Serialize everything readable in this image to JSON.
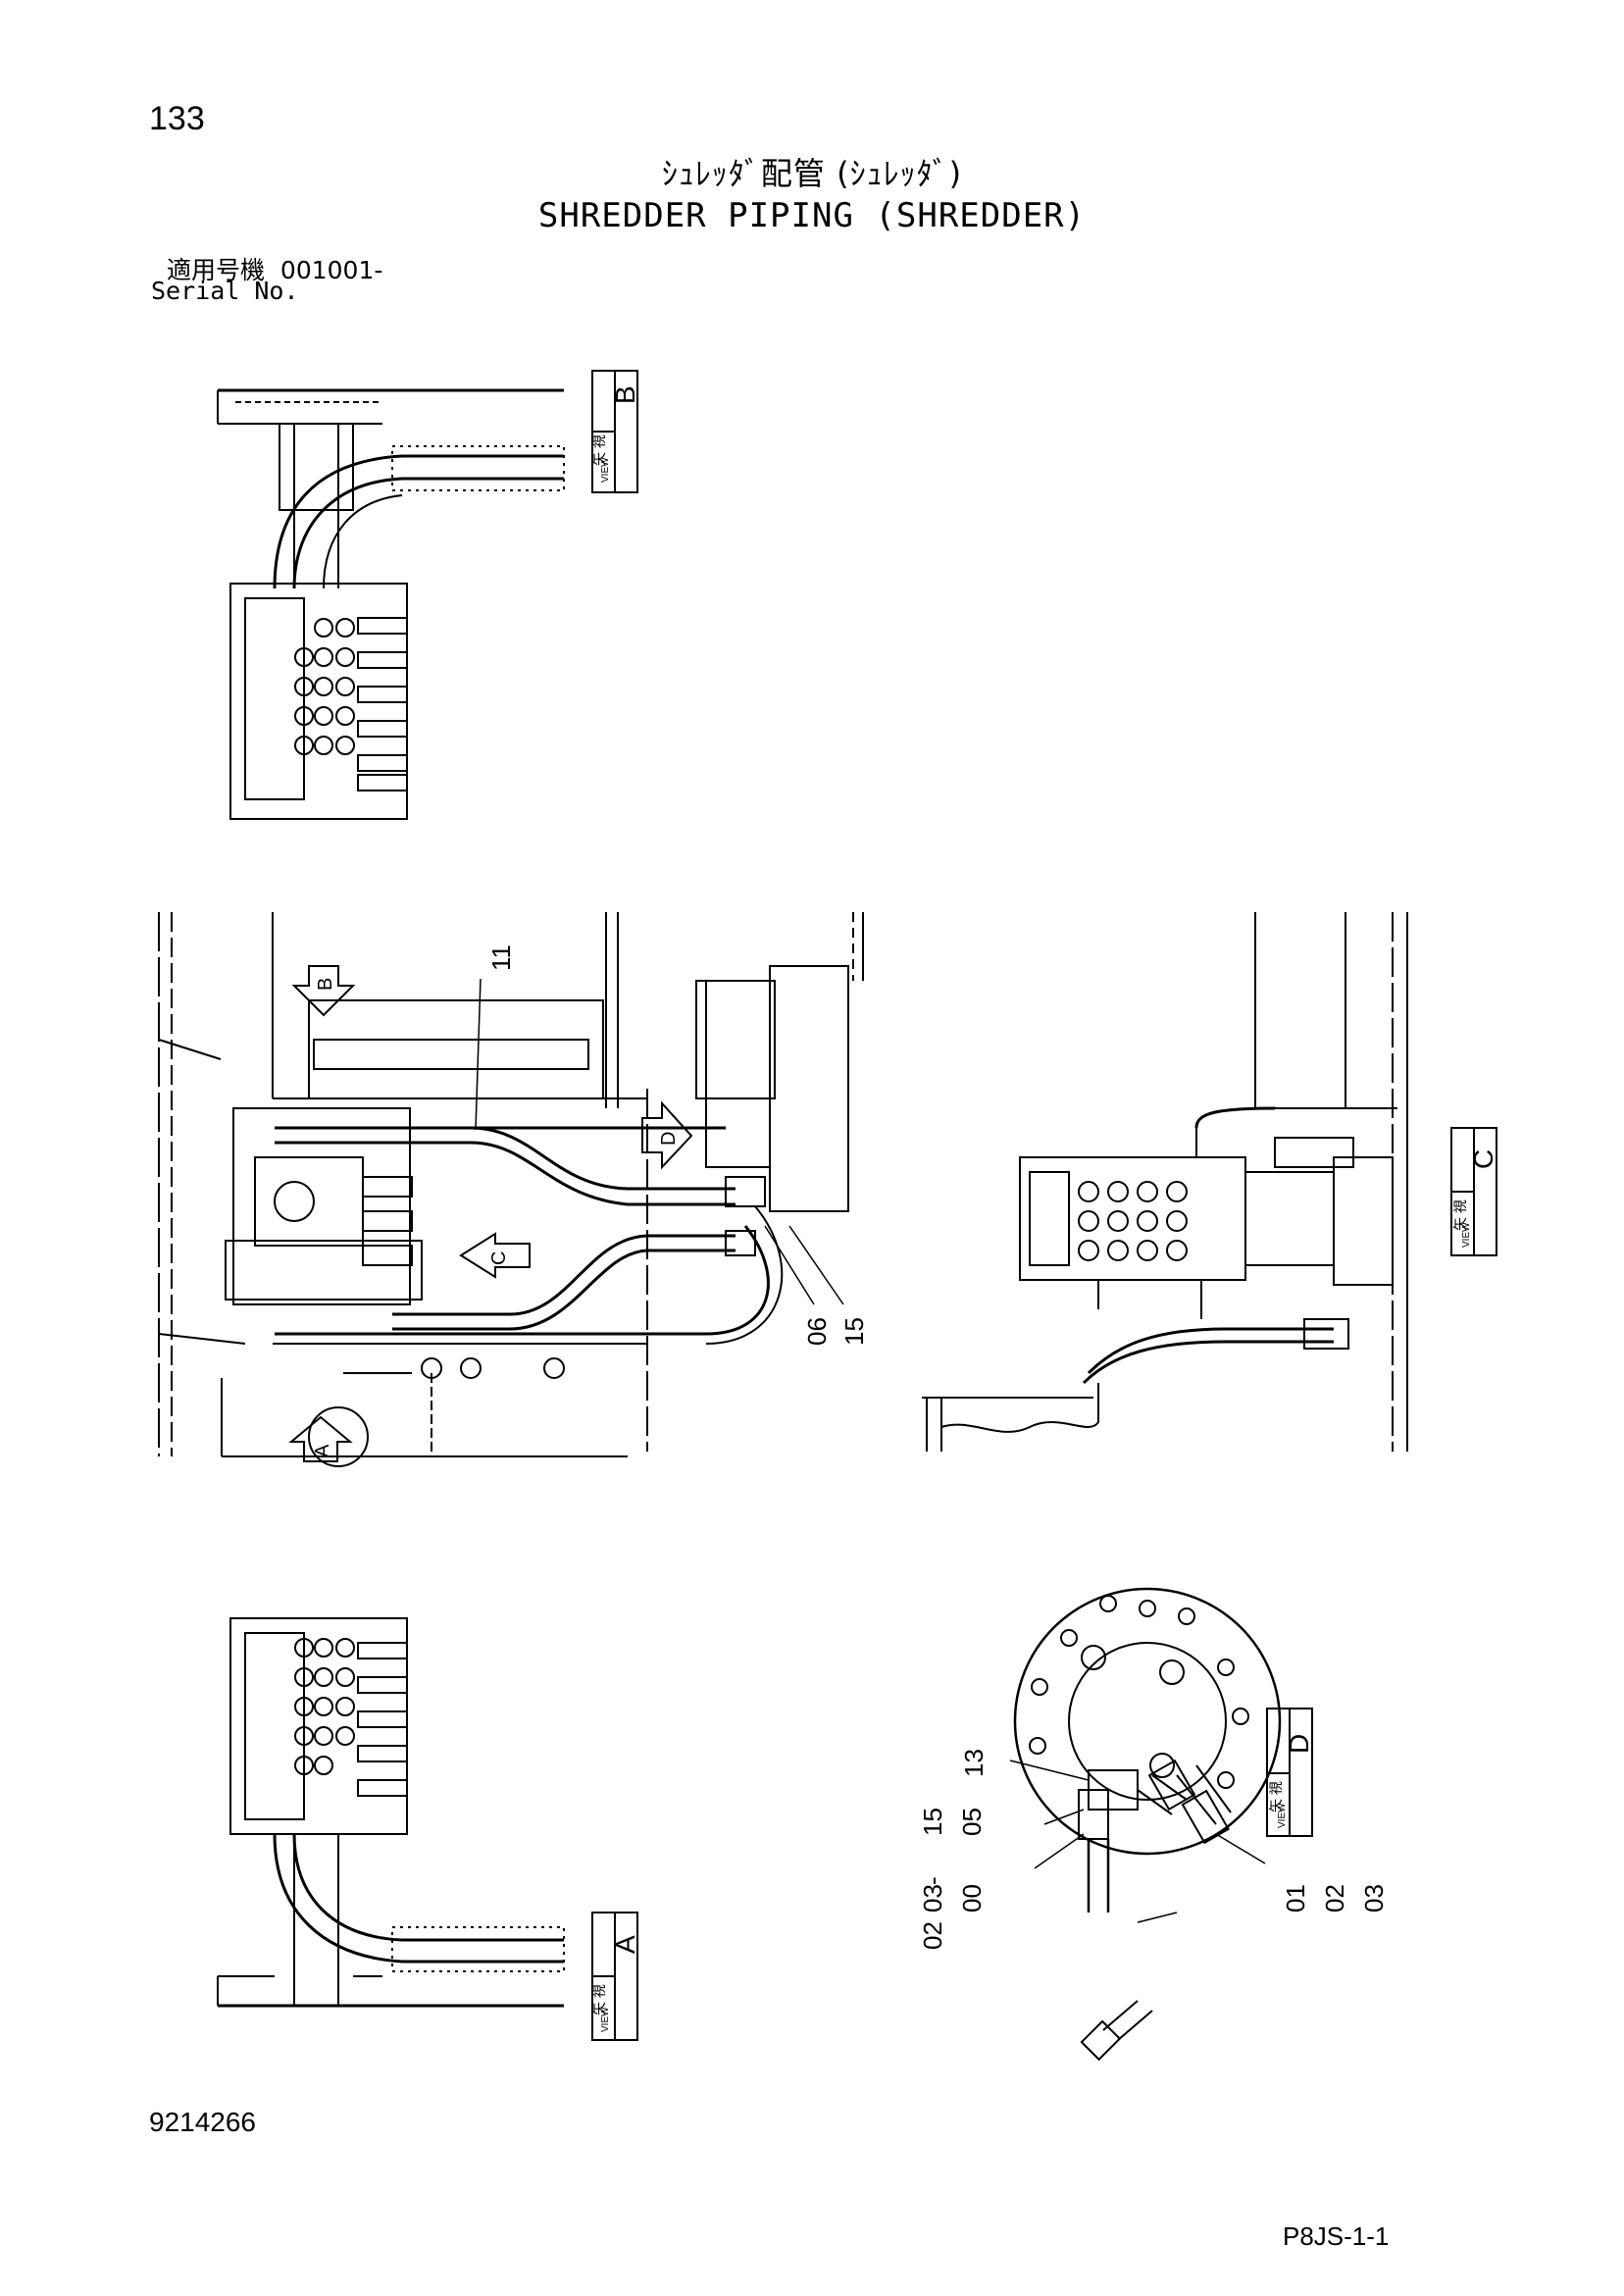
{
  "header": {
    "page_number": "133",
    "title_jp": "ｼｭﾚｯﾀﾞ配管 (ｼｭﾚｯﾀﾞ)",
    "title_en": "SHREDDER PIPING (SHREDDER)",
    "serial_label_jp": "適用号機",
    "serial_value": "001001-",
    "serial_label_en": "Serial No."
  },
  "views": {
    "view_label_jp": "矢 視",
    "view_label_en": "VIEW",
    "view_letters": [
      "B",
      "C",
      "A",
      "D"
    ],
    "arrow_letters": [
      "B",
      "D",
      "C",
      "A"
    ]
  },
  "callouts": {
    "main": [
      "11",
      "06",
      "15"
    ],
    "view_d_left": [
      "13",
      "15",
      "05",
      "03",
      "02",
      "00"
    ],
    "view_d_right": [
      "01",
      "02",
      "03"
    ]
  },
  "footer": {
    "doc_number": "9214266",
    "sheet_code": "P8JS-1-1"
  }
}
